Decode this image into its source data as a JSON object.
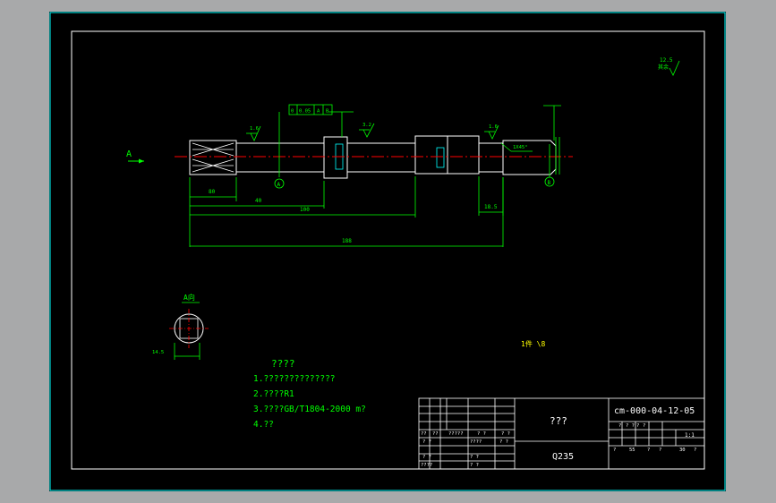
{
  "view_label": "A",
  "section_label": "A向",
  "dimensions": {
    "d1": "80",
    "d2": "40",
    "d3": "100",
    "d4": "188",
    "d5": "18.5",
    "keyway_depth": "14.5"
  },
  "roughness": {
    "r1": "1.6",
    "r2": "3.2",
    "r3": "1.6",
    "corner": "12.5",
    "other": "其余"
  },
  "tolerance_frame": [
    "0",
    "0.05",
    "A",
    "B"
  ],
  "datum_a": "A",
  "datum_b": "B",
  "chamfer": "1X45°",
  "notes": {
    "title": "????",
    "items": [
      "1.??????????????",
      "2.????R1",
      "3.????GB/T1804-2000 m?",
      "4.??"
    ]
  },
  "misc_mark": "1件 \\8",
  "title_block": {
    "part_name": "???",
    "drawing_no": "cm-000-04-12-05",
    "material": "Q235",
    "scale": "1:1",
    "scale_row": [
      "?",
      "??",
      "?",
      "?",
      "?"
    ],
    "header_row": [
      "?",
      "? ?",
      "?",
      "?"
    ],
    "bottom_row": [
      "?",
      "55",
      "?",
      "?",
      "30",
      "?"
    ],
    "left_labels": [
      "??",
      "??",
      "?????",
      "? ?",
      "? ?"
    ],
    "left_rows": [
      [
        "? ?",
        "????",
        "? ?"
      ],
      [
        "? ?",
        "? ?"
      ],
      [
        "????",
        "? ?"
      ]
    ]
  },
  "colors": {
    "frame": "#ffffff",
    "geometry": "#00ffff",
    "dimension": "#00ff00",
    "annotation": "#ffff00",
    "centerline": "#ff0000",
    "background": "#000000",
    "outer": "#a8a9aa"
  }
}
